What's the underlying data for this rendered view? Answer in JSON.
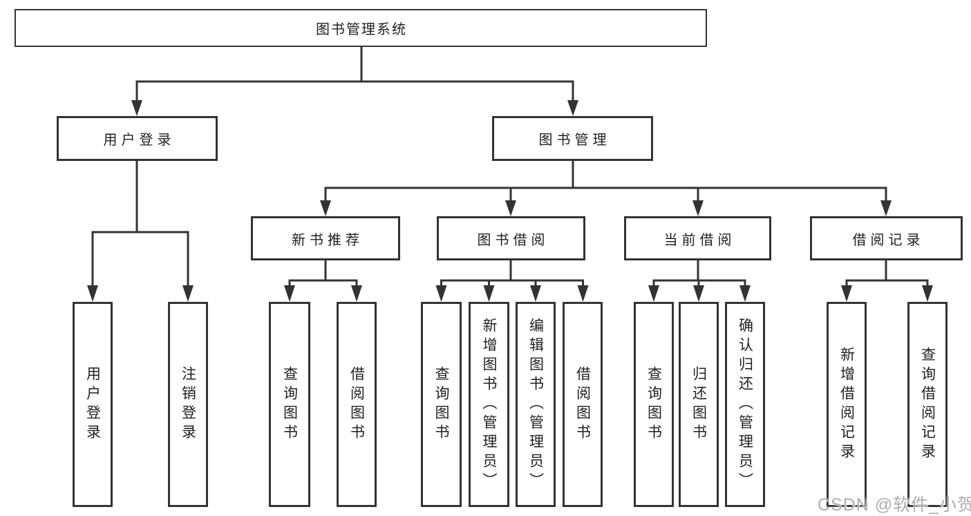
{
  "colors": {
    "background": "#ffffff",
    "line": "#333333",
    "text": "#1f1f1f",
    "watermark": "#a9a9a9"
  },
  "diagram": {
    "root": {
      "label": "图书管理系统"
    },
    "level2": [
      {
        "label": "用户登录",
        "children": [
          {
            "label": "用户登录"
          },
          {
            "label": "注销登录"
          }
        ]
      },
      {
        "label": "图书管理",
        "children": [
          {
            "label": "新书推荐",
            "children": [
              {
                "label": "查询图书"
              },
              {
                "label": "借阅图书"
              }
            ]
          },
          {
            "label": "图书借阅",
            "children": [
              {
                "label": "查询图书"
              },
              {
                "label": "新增图书（管理员）"
              },
              {
                "label": "编辑图书（管理员）"
              },
              {
                "label": "借阅图书"
              }
            ]
          },
          {
            "label": "当前借阅",
            "children": [
              {
                "label": "查询图书"
              },
              {
                "label": "归还图书"
              },
              {
                "label": "确认归还（管理员）"
              }
            ]
          },
          {
            "label": "借阅记录",
            "children": [
              {
                "label": "新增借阅记录"
              },
              {
                "label": "查询借阅记录"
              }
            ]
          }
        ]
      }
    ]
  },
  "watermark": {
    "text": "CSDN @软件_小贺同学"
  }
}
